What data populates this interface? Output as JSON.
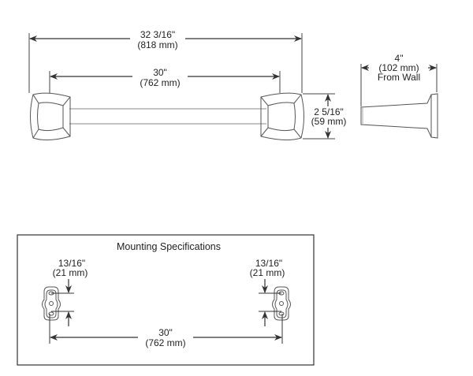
{
  "front_view": {
    "overall_length": {
      "imperial": "32 3/16\"",
      "metric": "(818 mm)"
    },
    "bar_length": {
      "imperial": "30\"",
      "metric": "(762 mm)"
    },
    "height": {
      "imperial": "2 5/16\"",
      "metric": "(59 mm)"
    }
  },
  "side_view": {
    "projection": {
      "imperial": "4\"",
      "metric": "(102 mm)",
      "note": "From Wall"
    }
  },
  "mounting": {
    "title": "Mounting Specifications",
    "left_hole_spacing": {
      "imperial": "13/16\"",
      "metric": "(21 mm)"
    },
    "right_hole_spacing": {
      "imperial": "13/16\"",
      "metric": "(21 mm)"
    },
    "center_distance": {
      "imperial": "30\"",
      "metric": "(762 mm)"
    }
  },
  "colors": {
    "line": "#333333",
    "outline": "#555555",
    "text": "#222222"
  }
}
